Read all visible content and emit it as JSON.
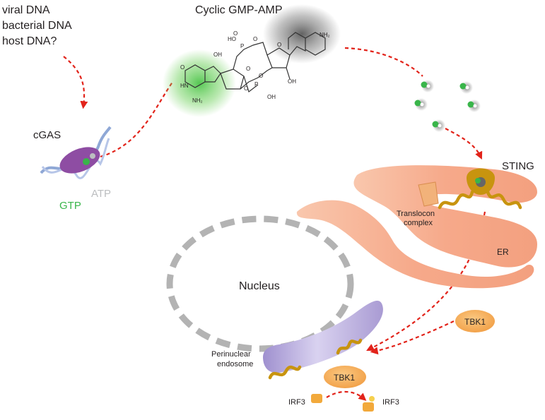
{
  "source_labels": [
    "viral DNA",
    "bacterial DNA",
    "host DNA?"
  ],
  "molecule_title": "Cyclic GMP-AMP",
  "chem": {
    "nh2_top": "NH₂",
    "nh2_bottom": "NH₂",
    "o_ketone": "O",
    "hn": "HN",
    "oh_a": "OH",
    "oh_b": "OH",
    "oh_c": "OH",
    "ho_p": "HO",
    "p_top": "P",
    "p_bottom": "P",
    "o_labels": [
      "O",
      "O",
      "O",
      "O",
      "O",
      "O"
    ]
  },
  "cgas_label": "cGAS",
  "gtp_label": "GTP",
  "atp_label": "ATP",
  "sting_label": "STING",
  "translocon_label": [
    "Translocon",
    "complex"
  ],
  "er_label": "ER",
  "nucleus_label": "Nucleus",
  "endosome_label": [
    "Perinuclear",
    "endosome"
  ],
  "tbk1_labels": [
    "TBK1",
    "TBK1"
  ],
  "irf3_labels": [
    "IRF3",
    "IRF3"
  ],
  "colors": {
    "arrow": "#e2231a",
    "gtp_green": "#39b54a",
    "atp_gray": "#bcbec0",
    "er": "#f7b293",
    "sting": "#c8940f",
    "tbk1": "#f7b567",
    "endosome": "#b3a6d9",
    "cgas": "#8e4da3",
    "nucleus": "#b3b3b3"
  }
}
